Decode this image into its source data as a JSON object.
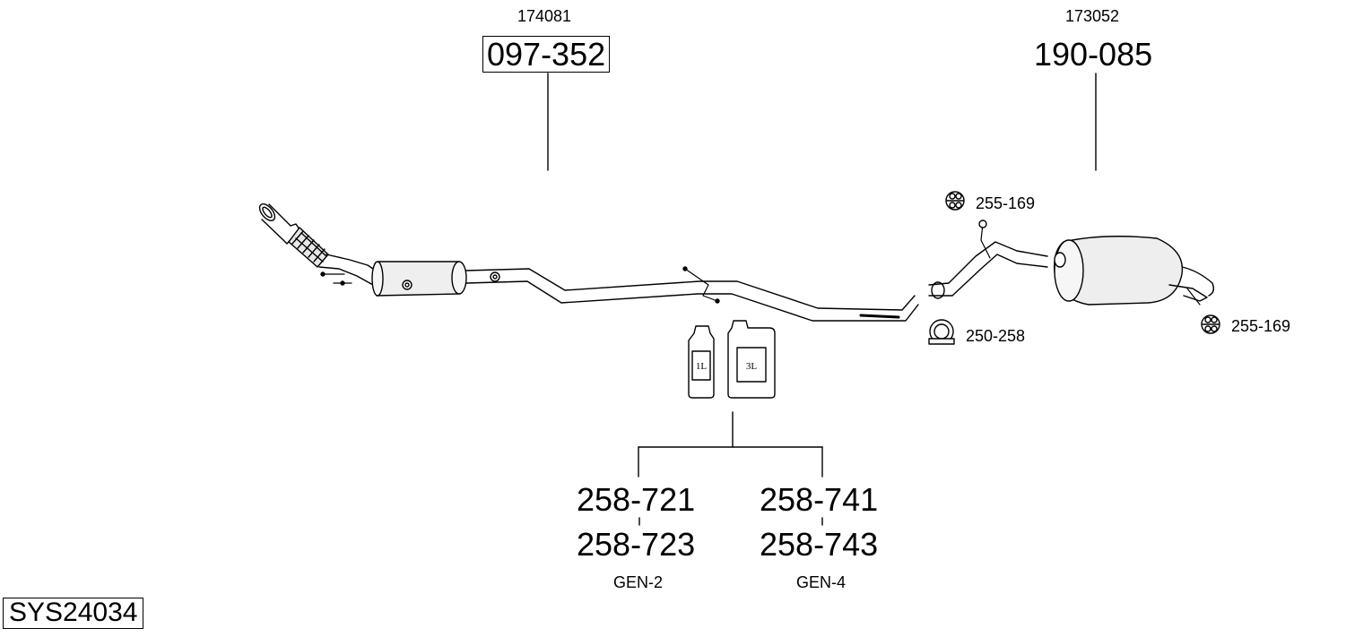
{
  "system_code": "SYS24034",
  "parts": {
    "front_pipe": {
      "ref": "174081",
      "number": "097-352",
      "icon": "dpf-front-pipe-assembly"
    },
    "rear_silencer": {
      "ref": "173052",
      "number": "190-085",
      "icon": "rear-silencer"
    },
    "hanger_top": {
      "number": "255-169",
      "icon": "rubber-hanger-icon"
    },
    "hanger_rear": {
      "number": "255-169",
      "icon": "rubber-hanger-icon"
    },
    "clamp": {
      "number": "250-258",
      "icon": "exhaust-clamp-icon"
    }
  },
  "additive": {
    "can_small_label": "1L",
    "can_large_label": "3L",
    "left": {
      "number_a": "258-721",
      "number_b": "258-723",
      "generation": "GEN-2"
    },
    "right": {
      "number_a": "258-741",
      "number_b": "258-743",
      "generation": "GEN-4"
    }
  }
}
